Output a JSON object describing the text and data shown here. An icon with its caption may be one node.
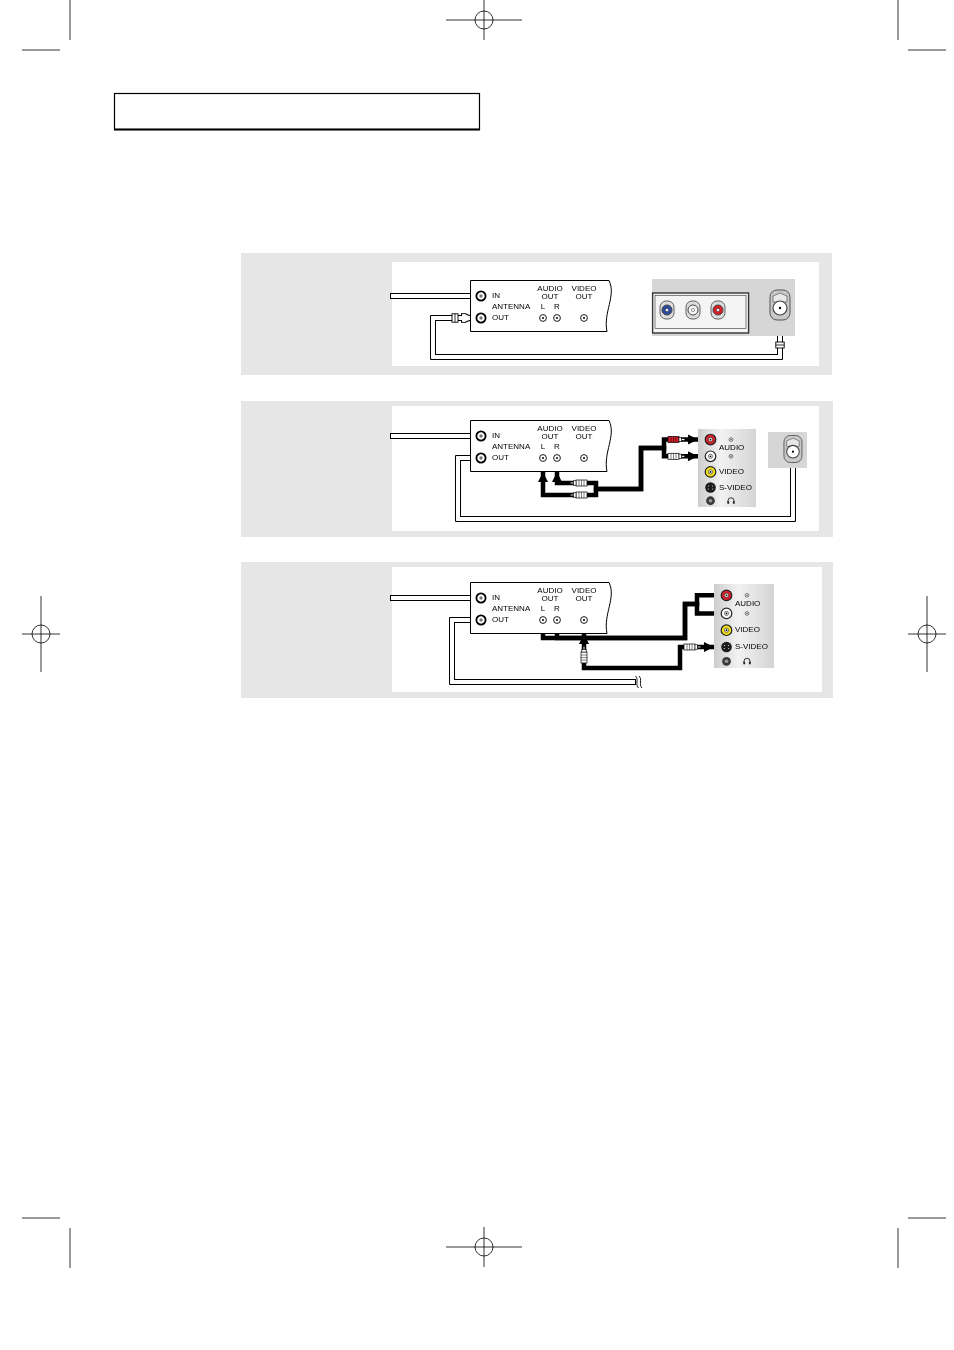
{
  "diagram": {
    "nodes": [
      {
        "text": [],
        "shape": "band"
      },
      {
        "text": [
          "IN",
          "ANTENNA",
          "OUT",
          "AUDIO OUT",
          "L",
          "R",
          "VIDEO OUT"
        ],
        "in": 0
      },
      {
        "text": [],
        "shape": "box",
        "in": 0
      },
      {
        "text": [],
        "shape": "band"
      },
      {
        "text": [
          "IN",
          "ANTENNA",
          "OUT",
          "AUDIO OUT",
          "L",
          "R",
          "VIDEO OUT"
        ],
        "in": 3
      },
      {
        "text": [
          "AUDIO",
          "VIDEO",
          "S-VIDEO"
        ],
        "in": 3
      },
      {
        "text": [],
        "shape": "box",
        "in": 3
      },
      {
        "text": [],
        "shape": "band"
      },
      {
        "text": [
          "IN",
          "ANTENNA",
          "OUT",
          "AUDIO OUT",
          "L",
          "R",
          "VIDEO OUT"
        ],
        "in": 7
      },
      {
        "text": [
          "AUDIO",
          "VIDEO",
          "S-VIDEO"
        ],
        "in": 7
      }
    ],
    "edges": [
      {
        "from": null,
        "to": 1,
        "arrow": "none"
      },
      {
        "from": 2,
        "to": 1,
        "arrow": "to"
      },
      {
        "from": null,
        "to": 4,
        "arrow": "none"
      },
      {
        "from": 4,
        "to": 6,
        "arrow": "none"
      },
      {
        "from": 4,
        "to": 5,
        "arrow": "both",
        "style": "thick"
      },
      {
        "from": 4,
        "to": 5,
        "arrow": "both",
        "style": "thick"
      },
      {
        "from": null,
        "to": 8,
        "arrow": "none"
      },
      {
        "from": 8,
        "to": null,
        "arrow": "none"
      },
      {
        "from": 8,
        "to": 9,
        "arrow": "none",
        "style": "thick"
      },
      {
        "from": 8,
        "to": 9,
        "arrow": "none",
        "style": "thick"
      },
      {
        "from": 8,
        "to": 9,
        "arrow": "both",
        "style": "thick"
      }
    ]
  }
}
